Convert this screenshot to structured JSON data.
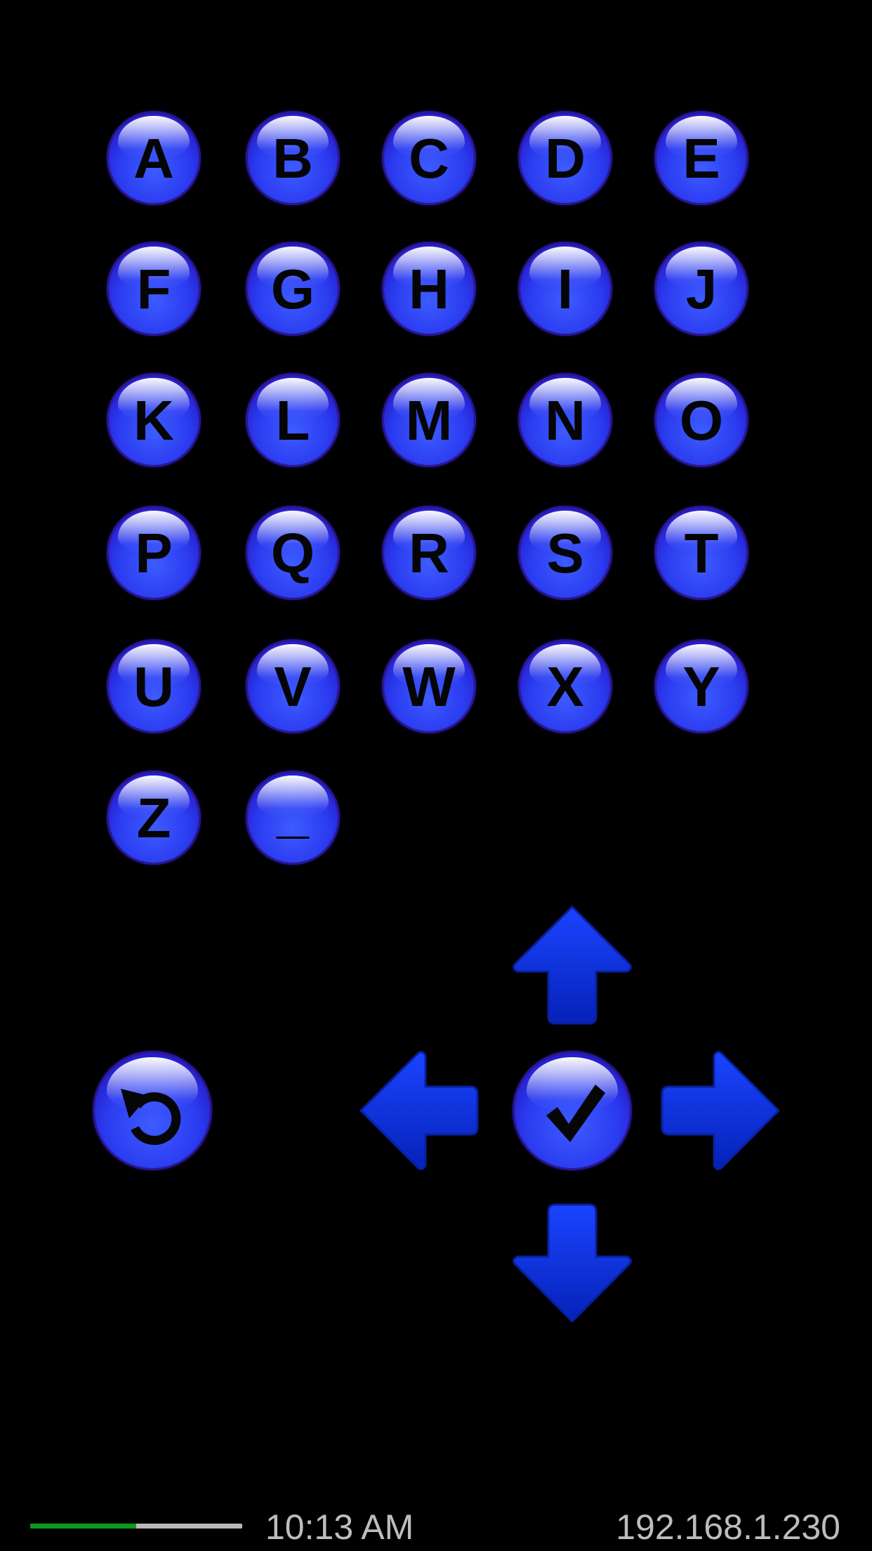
{
  "keyboard": {
    "keys": [
      {
        "id": "a",
        "label": "A"
      },
      {
        "id": "b",
        "label": "B"
      },
      {
        "id": "c",
        "label": "C"
      },
      {
        "id": "d",
        "label": "D"
      },
      {
        "id": "e",
        "label": "E"
      },
      {
        "id": "f",
        "label": "F"
      },
      {
        "id": "g",
        "label": "G"
      },
      {
        "id": "h",
        "label": "H"
      },
      {
        "id": "i",
        "label": "I"
      },
      {
        "id": "j",
        "label": "J"
      },
      {
        "id": "k",
        "label": "K"
      },
      {
        "id": "l",
        "label": "L"
      },
      {
        "id": "m",
        "label": "M"
      },
      {
        "id": "n",
        "label": "N"
      },
      {
        "id": "o",
        "label": "O"
      },
      {
        "id": "p",
        "label": "P"
      },
      {
        "id": "q",
        "label": "Q"
      },
      {
        "id": "r",
        "label": "R"
      },
      {
        "id": "s",
        "label": "S"
      },
      {
        "id": "t",
        "label": "T"
      },
      {
        "id": "u",
        "label": "U"
      },
      {
        "id": "v",
        "label": "V"
      },
      {
        "id": "w",
        "label": "W"
      },
      {
        "id": "x",
        "label": "X"
      },
      {
        "id": "y",
        "label": "Y"
      },
      {
        "id": "z",
        "label": "Z"
      },
      {
        "id": "space",
        "label": "_"
      }
    ]
  },
  "controls": {
    "reset_icon": "rotate-ccw-icon",
    "confirm_icon": "checkmark-icon",
    "arrows": [
      "arrow-up-icon",
      "arrow-left-icon",
      "arrow-right-icon",
      "arrow-down-icon"
    ]
  },
  "status": {
    "time": "10:13 AM",
    "ip": "192.168.1.230",
    "progress": 0.5
  },
  "colors": {
    "background": "#000000",
    "orb": "#2b3cf0",
    "arrow": "#0d2fd6",
    "progress_fill": "#0f9a1c",
    "progress_track": "#b9b9b9",
    "status_text": "#bdbdbd"
  }
}
